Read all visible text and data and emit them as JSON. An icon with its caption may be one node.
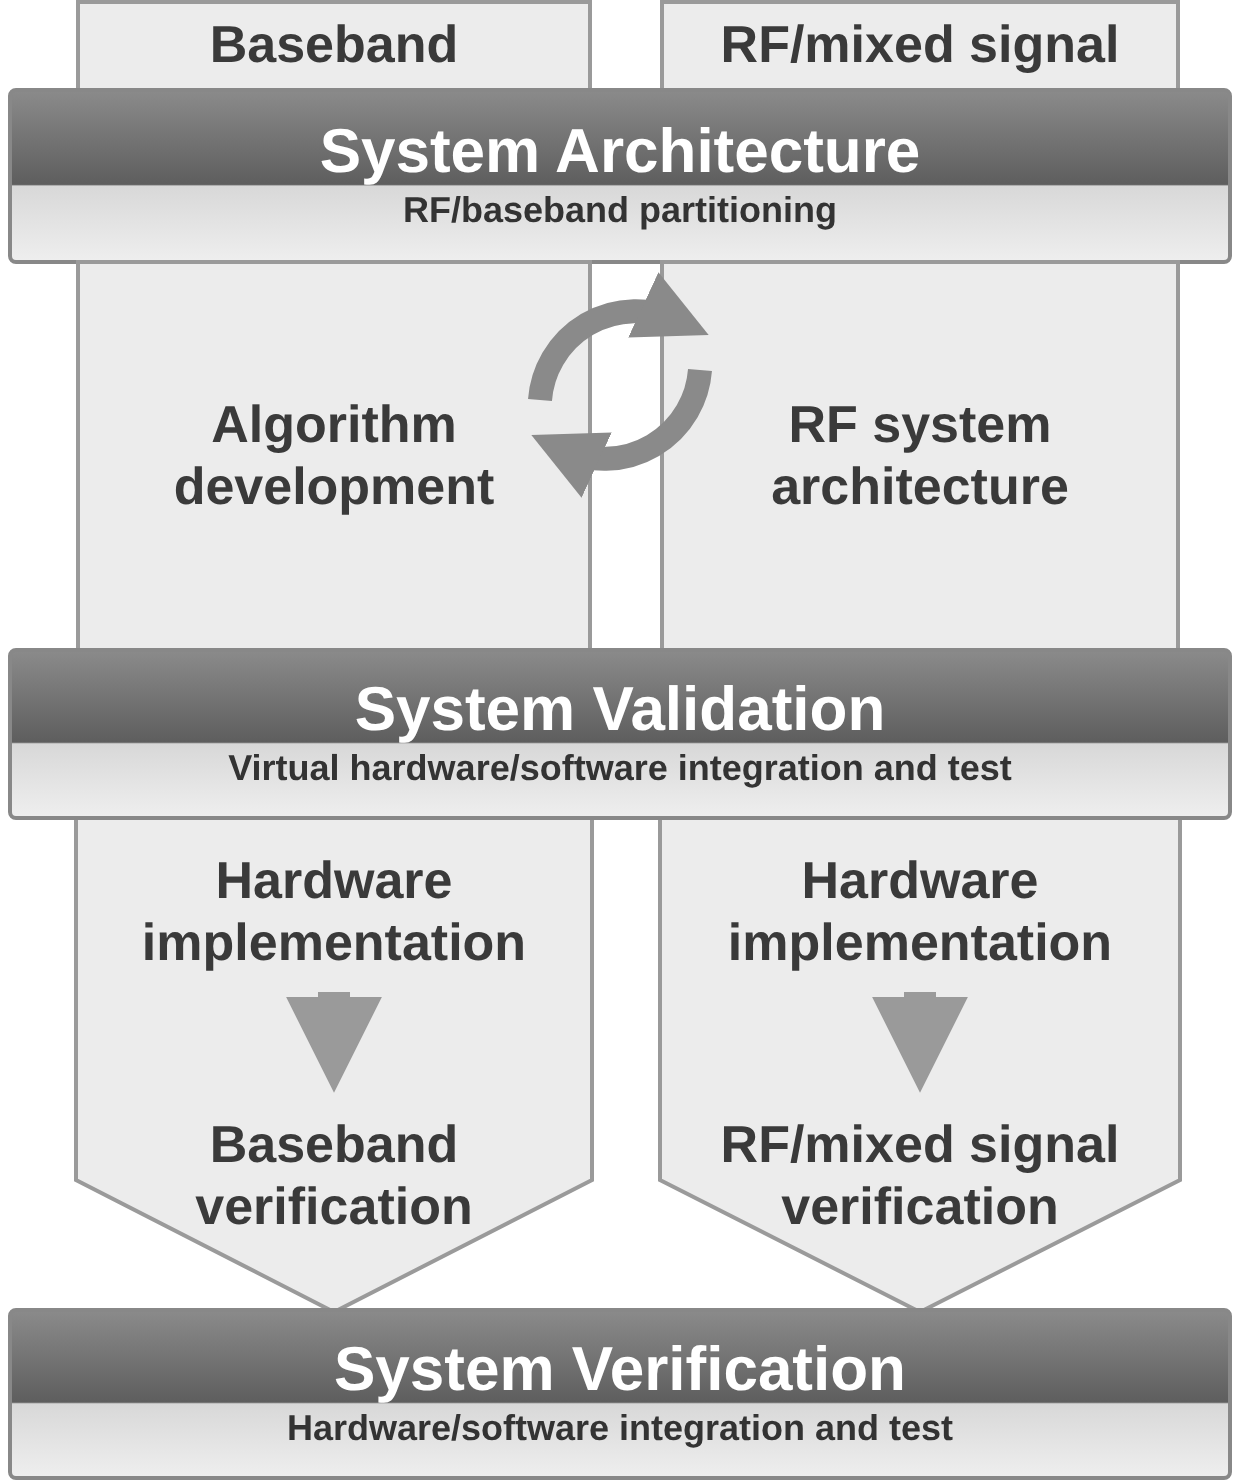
{
  "diagram": {
    "nodes": [
      {
        "text": [
          "Baseband"
        ]
      },
      {
        "text": [
          "RF/mixed signal"
        ]
      },
      {
        "text": [
          "System Architecture",
          "RF/baseband partitioning"
        ]
      },
      {
        "text": [
          "Algorithm development"
        ]
      },
      {
        "text": [
          "RF system architecture"
        ]
      },
      {
        "text": [
          "System Validation",
          "Virtual hardware/software integration and test"
        ]
      },
      {
        "text": [
          "Hardware implementation"
        ]
      },
      {
        "text": [
          "Baseband verification"
        ]
      },
      {
        "text": [
          "Hardware implementation"
        ]
      },
      {
        "text": [
          "RF/mixed signal verification"
        ]
      },
      {
        "text": [
          "System Verification",
          "Hardware/software integration and test"
        ]
      }
    ],
    "edges": [
      {
        "from": 3,
        "to": 4,
        "arrow": "to"
      },
      {
        "from": 4,
        "to": 3,
        "arrow": "to"
      },
      {
        "from": 6,
        "to": 7,
        "arrow": "to"
      },
      {
        "from": 8,
        "to": 9,
        "arrow": "to"
      }
    ]
  }
}
